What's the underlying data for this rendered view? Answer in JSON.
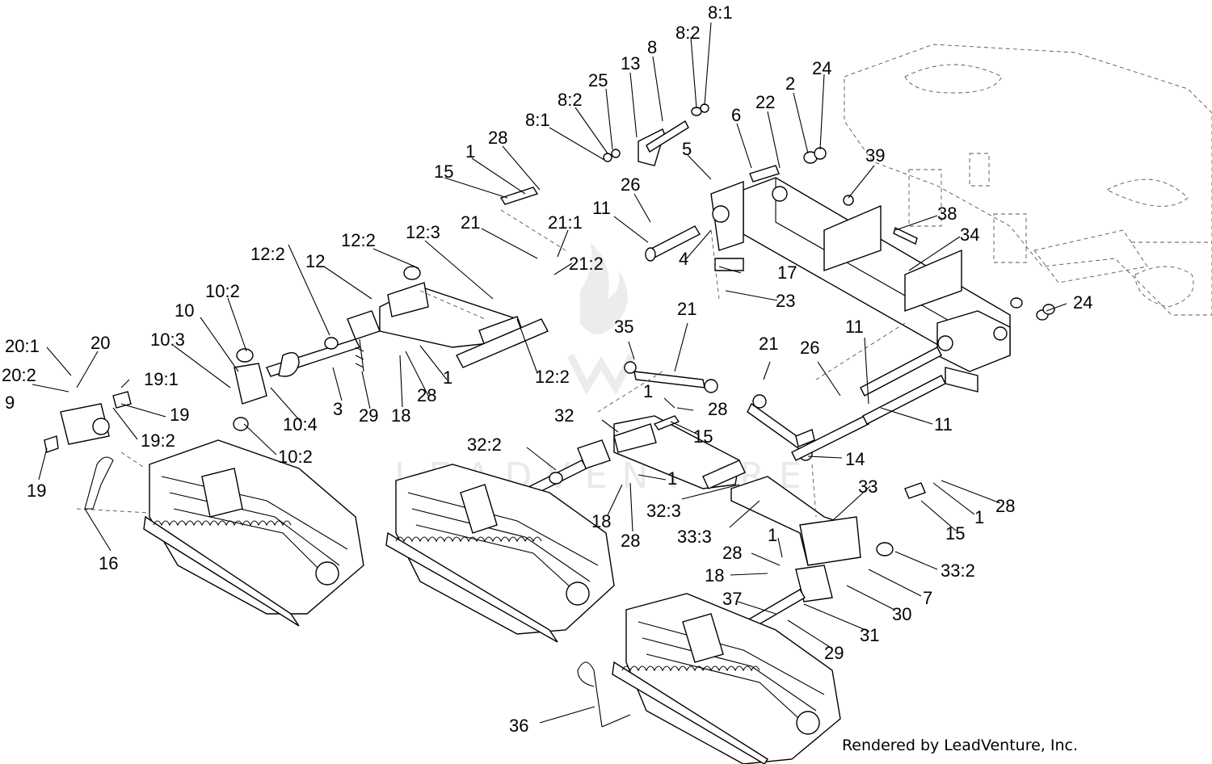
{
  "credit": "Rendered by LeadVenture, Inc.",
  "watermark": "LEADVENTURE",
  "callouts": [
    {
      "text": "8:1"
    },
    {
      "text": "8:2"
    },
    {
      "text": "8"
    },
    {
      "text": "13"
    },
    {
      "text": "25"
    },
    {
      "text": "8:2"
    },
    {
      "text": "8:1"
    },
    {
      "text": "2"
    },
    {
      "text": "24"
    },
    {
      "text": "6"
    },
    {
      "text": "22"
    },
    {
      "text": "5"
    },
    {
      "text": "28"
    },
    {
      "text": "1"
    },
    {
      "text": "15"
    },
    {
      "text": "39"
    },
    {
      "text": "26"
    },
    {
      "text": "11"
    },
    {
      "text": "38"
    },
    {
      "text": "34"
    },
    {
      "text": "21"
    },
    {
      "text": "21:1"
    },
    {
      "text": "21:2"
    },
    {
      "text": "4"
    },
    {
      "text": "17"
    },
    {
      "text": "23"
    },
    {
      "text": "12:2"
    },
    {
      "text": "12:3"
    },
    {
      "text": "12:2"
    },
    {
      "text": "12"
    },
    {
      "text": "10:2"
    },
    {
      "text": "10"
    },
    {
      "text": "10:3"
    },
    {
      "text": "20:1"
    },
    {
      "text": "20"
    },
    {
      "text": "20:2"
    },
    {
      "text": "19:1"
    },
    {
      "text": "9"
    },
    {
      "text": "19"
    },
    {
      "text": "19:2"
    },
    {
      "text": "19"
    },
    {
      "text": "10:4"
    },
    {
      "text": "3"
    },
    {
      "text": "29"
    },
    {
      "text": "18"
    },
    {
      "text": "28"
    },
    {
      "text": "1"
    },
    {
      "text": "12:2"
    },
    {
      "text": "10:2"
    },
    {
      "text": "16"
    },
    {
      "text": "35"
    },
    {
      "text": "21"
    },
    {
      "text": "21"
    },
    {
      "text": "26"
    },
    {
      "text": "11"
    },
    {
      "text": "24"
    },
    {
      "text": "1"
    },
    {
      "text": "28"
    },
    {
      "text": "15"
    },
    {
      "text": "11"
    },
    {
      "text": "32"
    },
    {
      "text": "32:2"
    },
    {
      "text": "14"
    },
    {
      "text": "1"
    },
    {
      "text": "18"
    },
    {
      "text": "32:3"
    },
    {
      "text": "28"
    },
    {
      "text": "33"
    },
    {
      "text": "33:3"
    },
    {
      "text": "28"
    },
    {
      "text": "1"
    },
    {
      "text": "15"
    },
    {
      "text": "1"
    },
    {
      "text": "28"
    },
    {
      "text": "18"
    },
    {
      "text": "33:2"
    },
    {
      "text": "37"
    },
    {
      "text": "7"
    },
    {
      "text": "30"
    },
    {
      "text": "31"
    },
    {
      "text": "29"
    },
    {
      "text": "36"
    }
  ]
}
